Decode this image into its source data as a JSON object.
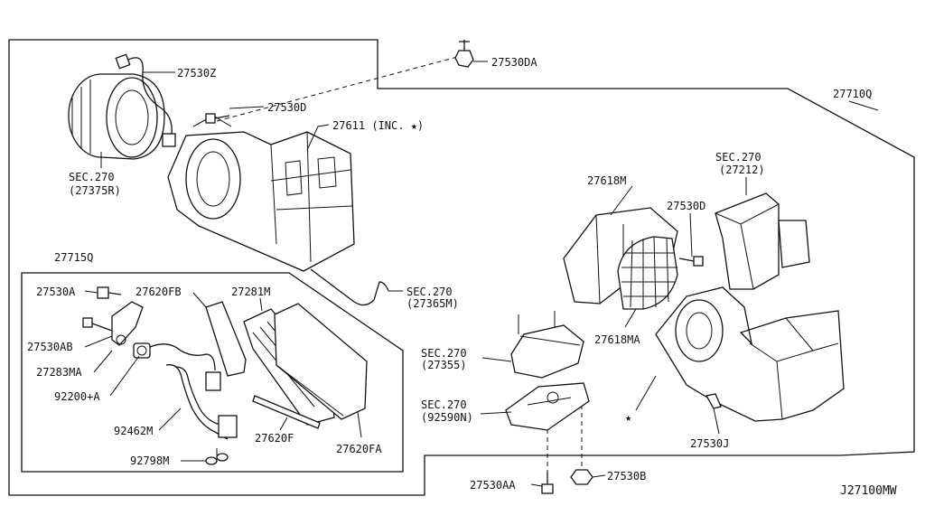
{
  "diagram_id": "J27100MW",
  "callouts": {
    "c27530Z": "27530Z",
    "c27530DA": "27530DA",
    "c27530D_top": "27530D",
    "c27611": "27611 (INC. ★)",
    "c27710Q": "27710Q",
    "sec_27375R_a": "SEC.270",
    "sec_27375R_b": "(27375R)",
    "c27715Q": "27715Q",
    "c27530A": "27530A",
    "c27620FB": "27620FB",
    "c27281M": "27281M",
    "sec_27365M_a": "SEC.270",
    "sec_27365M_b": "(27365M)",
    "c27530AB": "27530AB",
    "c27283MA": "27283MA",
    "c92200A": "92200+A",
    "c92462M": "92462M",
    "c27620F": "27620F",
    "c27620FA": "27620FA",
    "c92798M": "92798M",
    "c27618M": "27618M",
    "c27530D_mid": "27530D",
    "sec_27212_a": "SEC.270",
    "sec_27212_b": "(27212)",
    "c27618MA": "27618MA",
    "sec_27355_a": "SEC.270",
    "sec_27355_b": "(27355)",
    "sec_92590N_a": "SEC.270",
    "sec_92590N_b": "(92590N)",
    "c27530J": "27530J",
    "c27530AA": "27530AA",
    "c27530B": "27530B",
    "star_marker": "★"
  }
}
